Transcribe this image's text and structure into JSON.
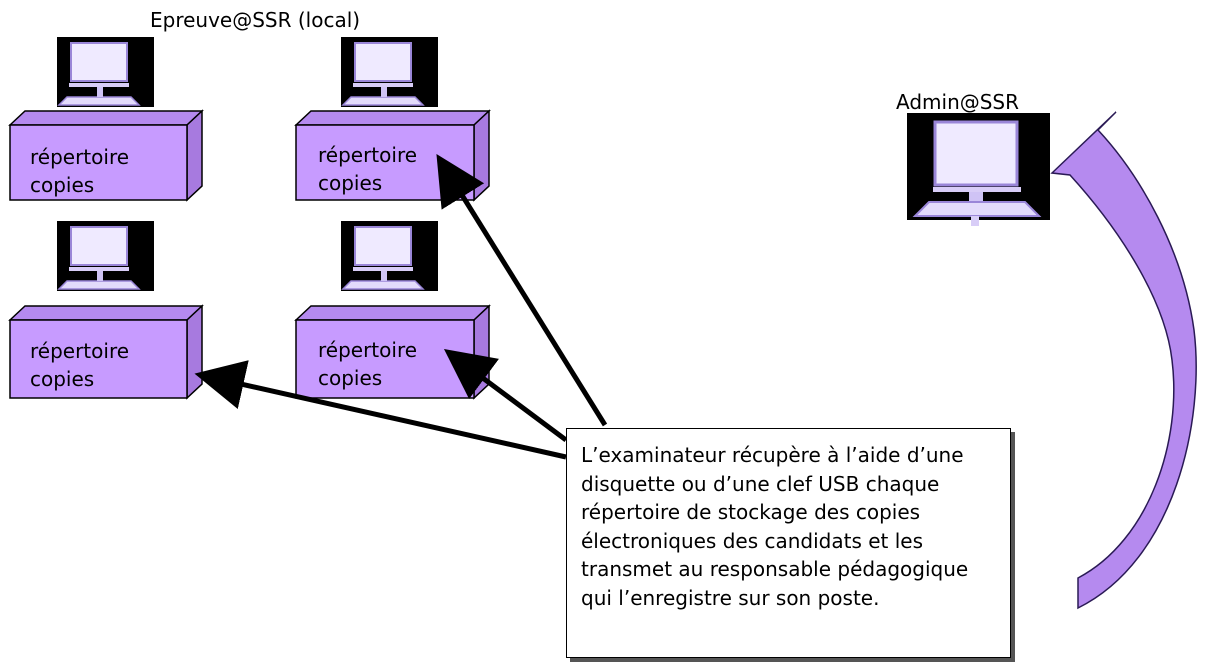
{
  "network": {
    "label": "Epreuve@SSR (local)"
  },
  "admin": {
    "label": "Admin@SSR"
  },
  "boxes": [
    {
      "line1": "répertoire",
      "line2": "copies"
    },
    {
      "line1": "répertoire",
      "line2": "copies"
    },
    {
      "line1": "répertoire",
      "line2": "copies"
    },
    {
      "line1": "répertoire",
      "line2": "copies"
    }
  ],
  "note": {
    "text": "L’examinateur récupère à l’aide d’une disquette ou d’une clef USB chaque répertoire de stockage des copies électroniques des candidats et les transmet au responsable pédagogique qui l’enregistre sur son poste."
  },
  "colors": {
    "box_fill": "#C79BFF",
    "box_side": "#A77ADF",
    "box_top": "#B58AEF",
    "monitor_bg": "#000000",
    "screen": "#EFEAFF",
    "curved_arrow": "#B58AEF"
  }
}
